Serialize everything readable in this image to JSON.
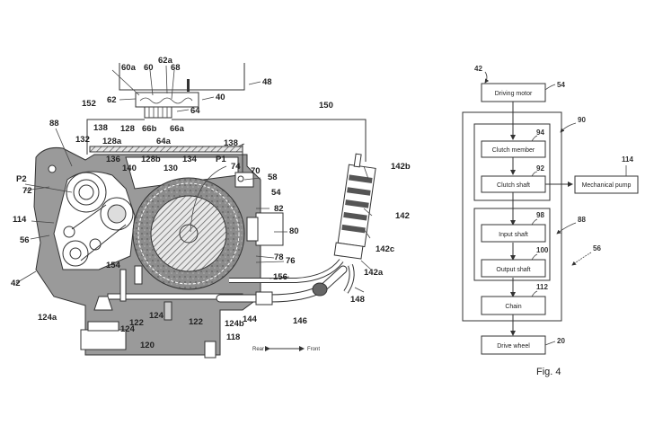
{
  "figure_caption": "Fig. 4",
  "direction_indicator": {
    "rear": "Rear",
    "front": "Front"
  },
  "mechanical_labels": {
    "l48": "48",
    "l40": "40",
    "l60a": "60a",
    "l60": "60",
    "l62a": "62a",
    "l68": "68",
    "l62": "62",
    "l64": "64",
    "l66b": "66b",
    "l66a": "66a",
    "l64a": "64a",
    "l152": "152",
    "l150": "150",
    "l88": "88",
    "l138a": "138",
    "l138b": "138",
    "l132": "132",
    "l128a": "128a",
    "l128": "128",
    "l136": "136",
    "l140": "140",
    "l128b": "128b",
    "l130": "130",
    "l134": "134",
    "lP1": "P1",
    "l74": "74",
    "l70": "70",
    "l58": "58",
    "l54": "54",
    "l82": "82",
    "l80": "80",
    "l78": "78",
    "l76": "76",
    "l156": "156",
    "lP2": "P2",
    "l72": "72",
    "l114": "114",
    "l56": "56",
    "l42": "42",
    "l154": "154",
    "l124a": "124a",
    "l124c": "124",
    "l122a": "122",
    "l124d": "124",
    "l124e": "124",
    "l122b": "122",
    "l124b": "124b",
    "l144": "144",
    "l118": "118",
    "l120": "120",
    "l146": "146",
    "l148": "148",
    "l142a": "142a",
    "l142c": "142c",
    "l142": "142",
    "l142b": "142b"
  },
  "block_diagram": {
    "ref_42": "42",
    "ref_90": "90",
    "ref_88": "88",
    "ref_56": "56",
    "blocks": [
      {
        "label": "Driving motor",
        "ref": "54"
      },
      {
        "label": "Clutch member",
        "ref": "94"
      },
      {
        "label": "Clutch shaft",
        "ref": "92"
      },
      {
        "label": "Mechanical pump",
        "ref": "114"
      },
      {
        "label": "Input shaft",
        "ref": "98"
      },
      {
        "label": "Output shaft",
        "ref": "100"
      },
      {
        "label": "Chain",
        "ref": "112"
      },
      {
        "label": "Drive wheel",
        "ref": "20"
      }
    ]
  }
}
